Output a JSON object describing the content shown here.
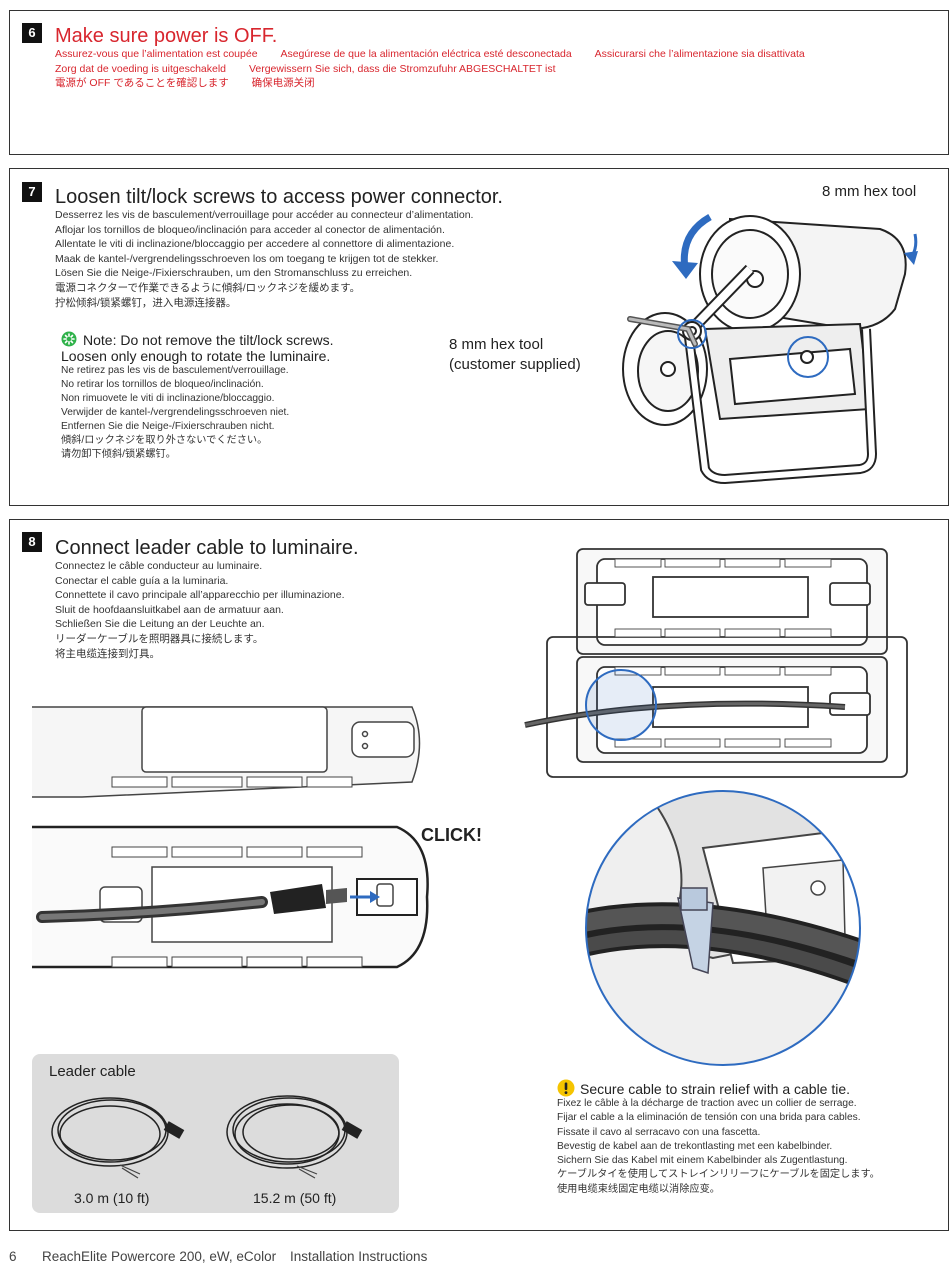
{
  "step6": {
    "number": "6",
    "title": "Make sure power is OFF.",
    "translations_row1": [
      "Assurez-vous que l’alimentation est coupée",
      "Asegúrese de que la alimentación eléctrica esté desconectada",
      "Assicurarsi che l’alimentazione sia disattivata"
    ],
    "translations_row2": [
      "Zorg dat de voeding is uitgeschakeld",
      "Vergewissern Sie sich, dass die Stromzufuhr ABGESCHALTET ist"
    ],
    "translations_row3": [
      "電源が OFF であることを確認します",
      "确保电源关闭"
    ]
  },
  "step7": {
    "number": "7",
    "title": "Loosen tilt/lock screws to access power connector.",
    "translations": [
      "Desserrez les vis de basculement/verrouillage pour accéder au connecteur d’alimentation.",
      "Aflojar los tornillos de bloqueo/inclinación para acceder al conector de alimentación.",
      "Allentate le viti di inclinazione/bloccaggio per accedere al connettore di alimentazione.",
      "Maak de kantel-/vergrendelingsschroeven los om toegang te krijgen tot de stekker.",
      "Lösen Sie die Neige-/Fixierschrauben, um den Stromanschluss zu erreichen.",
      "電源コネクターで作業できるように傾斜/ロックネジを緩めます。",
      "拧松倾斜/锁紧螺钉，进入电源连接器。"
    ],
    "note_line1": "Note: Do not remove the tilt/lock screws.",
    "note_line2": "Loosen only enough to rotate the luminaire.",
    "note_translations": [
      "Ne retirez pas les vis de basculement/verrouillage.",
      "No retirar los tornillos de bloqueo/inclinación.",
      "Non rimuovete le viti di inclinazione/bloccaggio.",
      "Verwijder de kantel-/vergrendelingsschroeven niet.",
      "Entfernen Sie die Neige-/Fixierschrauben nicht.",
      "傾斜/ロックネジを取り外さないでください。",
      "请勿卸下倾斜/锁紧螺钉。"
    ],
    "tool_label_top": "8 mm hex tool",
    "tool_label_line1": "8 mm hex tool",
    "tool_label_line2": "(customer supplied)"
  },
  "step8": {
    "number": "8",
    "title": "Connect leader cable to luminaire.",
    "translations": [
      "Connectez le câble conducteur au luminaire.",
      "Conectar el cable guía a la luminaria.",
      "Connettete il cavo principale all’apparecchio per illuminazione.",
      "Sluit de hoofdaansluitkabel aan de armatuur aan.",
      "Schließen Sie die Leitung an der Leuchte an.",
      "リーダーケーブルを照明器具に接続します。",
      "将主电缆连接到灯具。"
    ],
    "click_label": "CLICK!",
    "leader_cable_title": "Leader cable",
    "cable_length_short": "3.0 m (10 ft)",
    "cable_length_long": "15.2 m (50 ft)",
    "secure_head": "Secure cable to strain relief with a cable tie.",
    "secure_translations": [
      "Fixez le câble à la décharge de traction avec un collier de serrage.",
      "Fijar el cable a la eliminación de tensión con una brida para cables.",
      "Fissate il cavo al serracavo con una fascetta.",
      "Bevestig de kabel aan de trekontlasting met een kabelbinder.",
      "Sichern Sie das Kabel mit einem Kabelbinder als Zugentlastung.",
      "ケーブルタイを使用してストレインリリーフにケーブルを固定します。",
      "使用电缆束线固定电缆以消除应变。"
    ]
  },
  "footer": {
    "page_number": "6",
    "product": "ReachElite Powercore 200, eW, eColor",
    "doc_type": "Installation Instructions"
  },
  "icons": {
    "note": "gear-note-icon",
    "warning": "exclamation-warning-icon",
    "rotation": "rotation-arrow-icon"
  },
  "colors": {
    "red": "#d8262e",
    "blue": "#2e6bc0",
    "note_green": "#2fb24a",
    "warning_yellow": "#f5c400"
  }
}
